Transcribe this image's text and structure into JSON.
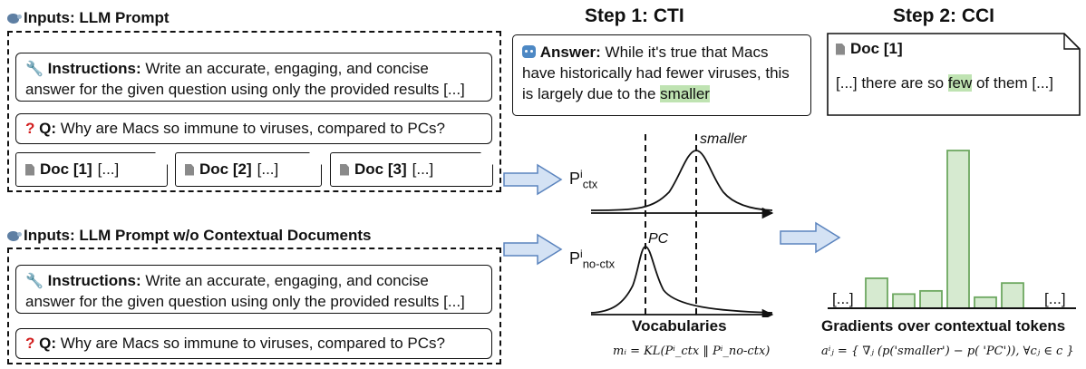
{
  "sections": {
    "inputs_title": "Inputs: LLM Prompt",
    "inputs_noctx_title": "Inputs: LLM Prompt w/o Contextual Documents"
  },
  "prompt": {
    "instr_label": "Instructions:",
    "instr_text_1": "Write an accurate, engaging, and concise",
    "instr_text_2": "answer for the given question using only the provided results [...]",
    "q_label": "Q:",
    "q_text": "Why are Macs so immune to viruses, compared to PCs?",
    "docs": [
      {
        "label": "Doc [1]",
        "rest": "[...]"
      },
      {
        "label": "Doc [2]",
        "rest": "[...]"
      },
      {
        "label": "Doc [3]",
        "rest": "[...]"
      }
    ]
  },
  "steps": {
    "step1": "Step 1: CTI",
    "step2": "Step 2: CCI"
  },
  "answer": {
    "label": "Answer:",
    "line1": "While it's true that Macs",
    "line2": "have historically had fewer viruses, this",
    "line3_pre": "is largely due to the ",
    "highlight": "smaller"
  },
  "doc1_box": {
    "title": "Doc [1]",
    "pre": "[...] there are so ",
    "highlight": "few",
    "post": " of them [...]"
  },
  "cti": {
    "curve1_label": "smaller",
    "curve2_label": "PC",
    "p_ctx": "P",
    "p_ctx_sup": "i",
    "p_ctx_sub": "ctx",
    "p_noctx": "P",
    "p_noctx_sup": "i",
    "p_noctx_sub": "no-ctx",
    "axis_label": "Vocabularies",
    "formula": "mᵢ = KL(Pⁱ_ctx ‖ Pⁱ_no-ctx)"
  },
  "cci": {
    "ellipsis_left": "[...]",
    "ellipsis_right": "[...]",
    "axis_label": "Gradients over contextual tokens",
    "formula": "aⁱⱼ = { ∇ⱼ (p('smaller') − p( 'PC')), ∀cⱼ ∈ c }",
    "bar_values": [
      0.19,
      0.09,
      0.11,
      1.0,
      0.07,
      0.16
    ],
    "bar_color": "#d6ead0",
    "bar_stroke": "#6da860"
  },
  "colors": {
    "arrow_fill": "#d4e2f4",
    "arrow_stroke": "#5b84be",
    "highlight": "#bfe3b2"
  }
}
